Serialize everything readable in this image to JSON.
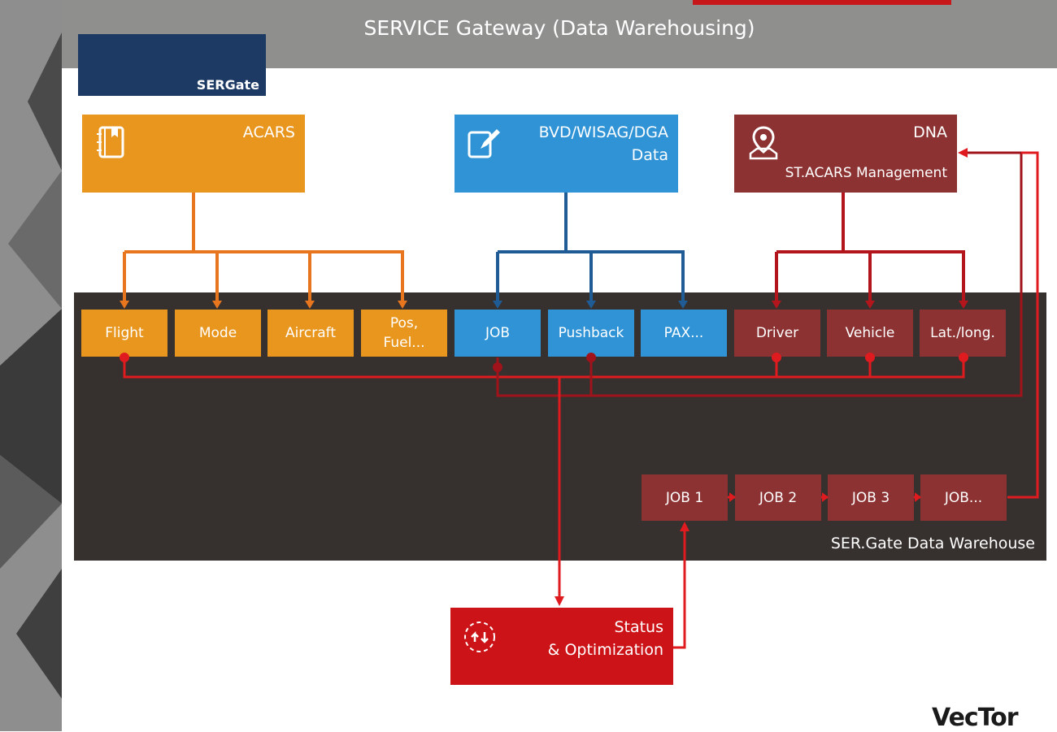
{
  "header": {
    "title": "SERVICE Gateway (Data Warehousing)"
  },
  "logo": {
    "text": "SERGate"
  },
  "sources": {
    "acars": {
      "title": "ACARS",
      "color": "#e8961e"
    },
    "bvd": {
      "title": "BVD/WISAG/DGA Data",
      "color": "#2f93d6"
    },
    "dna": {
      "title": "DNA",
      "subtitle": "ST.ACARS Management",
      "color": "#8c3232"
    }
  },
  "fields": {
    "acars": [
      "Flight",
      "Mode",
      "Aircraft",
      "Pos, Fuel..."
    ],
    "bvd": [
      "JOB",
      "Pushback",
      "PAX..."
    ],
    "dna": [
      "Driver",
      "Vehicle",
      "Lat./long."
    ]
  },
  "jobs": [
    "JOB 1",
    "JOB 2",
    "JOB 3",
    "JOB..."
  ],
  "warehouse": {
    "label": "SER.Gate Data Warehouse"
  },
  "status": {
    "line1": "Status",
    "line2": "& Optimization"
  },
  "brand": {
    "text": "VecTor"
  },
  "colors": {
    "orange_line": "#e8761e",
    "blue_line": "#1f5c95",
    "red_line": "#e01b1f",
    "darkred_line": "#a0131a"
  }
}
